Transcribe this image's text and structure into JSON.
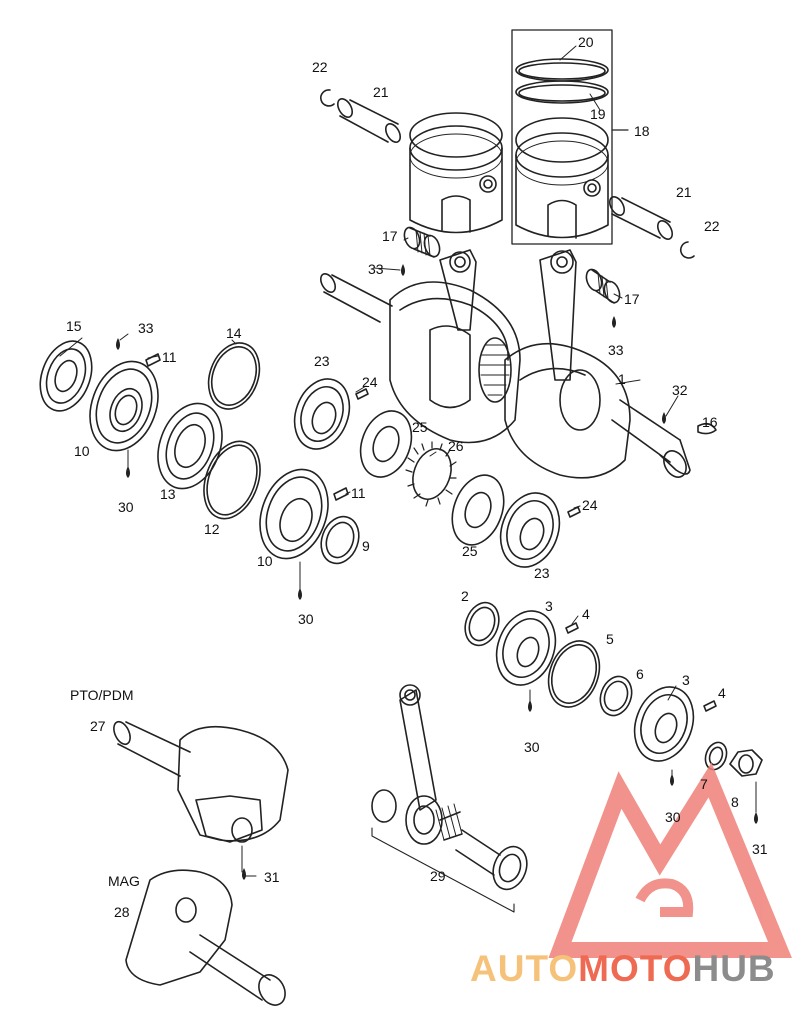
{
  "diagram": {
    "callouts": [
      {
        "id": "c1",
        "text": "1"
      },
      {
        "id": "c2",
        "text": "2"
      },
      {
        "id": "c3a",
        "text": "3"
      },
      {
        "id": "c3b",
        "text": "3"
      },
      {
        "id": "c4a",
        "text": "4"
      },
      {
        "id": "c4b",
        "text": "4"
      },
      {
        "id": "c5",
        "text": "5"
      },
      {
        "id": "c6",
        "text": "6"
      },
      {
        "id": "c7",
        "text": "7"
      },
      {
        "id": "c8",
        "text": "8"
      },
      {
        "id": "c9",
        "text": "9"
      },
      {
        "id": "c10a",
        "text": "10"
      },
      {
        "id": "c10b",
        "text": "10"
      },
      {
        "id": "c11a",
        "text": "11"
      },
      {
        "id": "c11b",
        "text": "11"
      },
      {
        "id": "c12",
        "text": "12"
      },
      {
        "id": "c13",
        "text": "13"
      },
      {
        "id": "c14",
        "text": "14"
      },
      {
        "id": "c15",
        "text": "15"
      },
      {
        "id": "c16",
        "text": "16"
      },
      {
        "id": "c17a",
        "text": "17"
      },
      {
        "id": "c17b",
        "text": "17"
      },
      {
        "id": "c18",
        "text": "18"
      },
      {
        "id": "c19",
        "text": "19"
      },
      {
        "id": "c20",
        "text": "20"
      },
      {
        "id": "c21a",
        "text": "21"
      },
      {
        "id": "c21b",
        "text": "21"
      },
      {
        "id": "c22a",
        "text": "22"
      },
      {
        "id": "c22b",
        "text": "22"
      },
      {
        "id": "c23a",
        "text": "23"
      },
      {
        "id": "c23b",
        "text": "23"
      },
      {
        "id": "c24a",
        "text": "24"
      },
      {
        "id": "c24b",
        "text": "24"
      },
      {
        "id": "c25a",
        "text": "25"
      },
      {
        "id": "c25b",
        "text": "25"
      },
      {
        "id": "c26",
        "text": "26"
      },
      {
        "id": "c27",
        "text": "27"
      },
      {
        "id": "c28",
        "text": "28"
      },
      {
        "id": "c29",
        "text": "29"
      },
      {
        "id": "c30a",
        "text": "30"
      },
      {
        "id": "c30b",
        "text": "30"
      },
      {
        "id": "c30c",
        "text": "30"
      },
      {
        "id": "c30d",
        "text": "30"
      },
      {
        "id": "c31a",
        "text": "31"
      },
      {
        "id": "c31b",
        "text": "31"
      },
      {
        "id": "c32",
        "text": "32"
      },
      {
        "id": "c33a",
        "text": "33"
      },
      {
        "id": "c33b",
        "text": "33"
      },
      {
        "id": "c33c",
        "text": "33"
      }
    ],
    "section_labels": {
      "pto": "PTO/PDM",
      "mag": "MAG"
    }
  },
  "watermark": {
    "word1": "AUTO",
    "word2": "MOTO",
    "word3": "HUB",
    "color1": "#f6c27a",
    "color2": "#ef6a52",
    "color3": "#8c8c8c",
    "logo_color": "#f08078"
  }
}
